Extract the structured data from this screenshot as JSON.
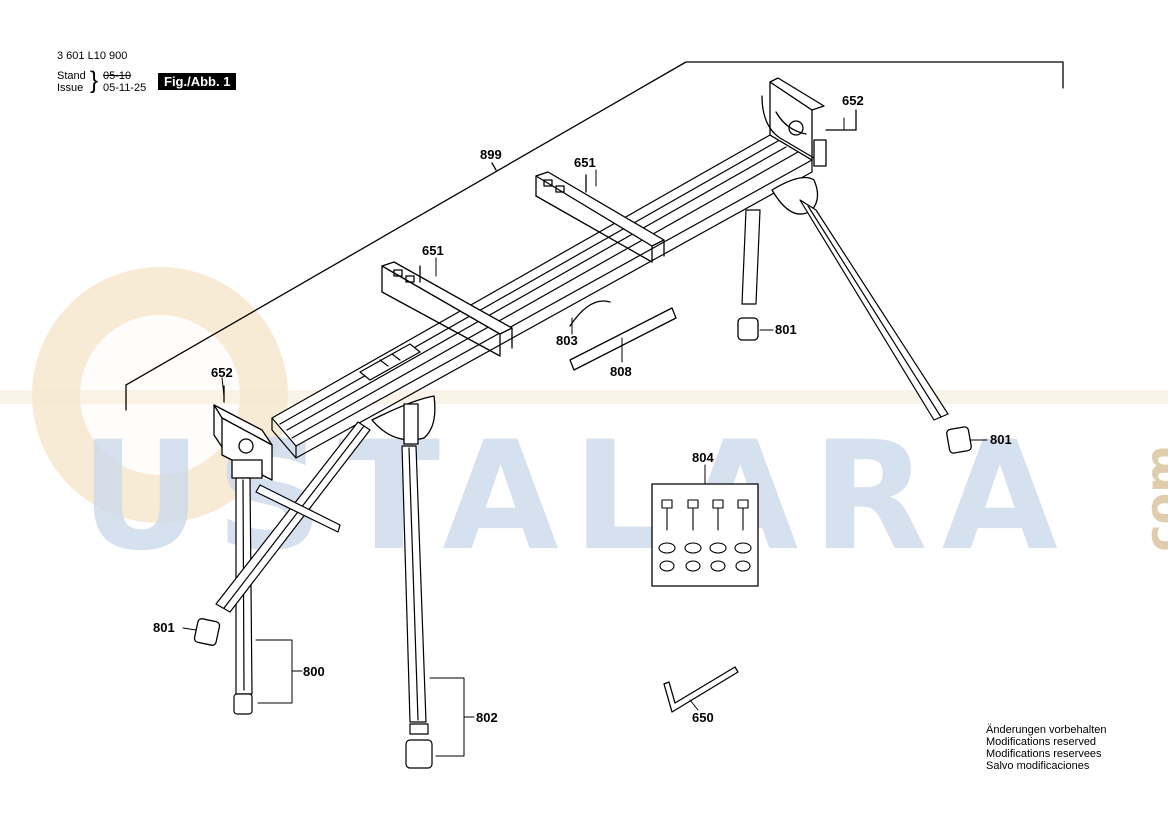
{
  "header": {
    "doc_number": "3 601 L10 900",
    "stand_label": "Stand",
    "issue_label": "Issue",
    "stand_date": "05-10",
    "issue_date": "05-11-25",
    "figure_label": "Fig./Abb. 1"
  },
  "callouts": {
    "c899": "899",
    "c651a": "651",
    "c651b": "651",
    "c652a": "652",
    "c652b": "652",
    "c801a": "801",
    "c801b": "801",
    "c801c": "801",
    "c803": "803",
    "c808": "808",
    "c804": "804",
    "c800": "800",
    "c802": "802",
    "c650": "650"
  },
  "footer_notes": [
    "Änderungen vorbehalten",
    "Modifications reserved",
    "Modifications reservees",
    "Salvo modificaciones"
  ],
  "watermark": {
    "text": "USTALARA",
    "suffix": ".com",
    "color": "#9fb7d6",
    "circle_color": "#f3e2c4"
  }
}
